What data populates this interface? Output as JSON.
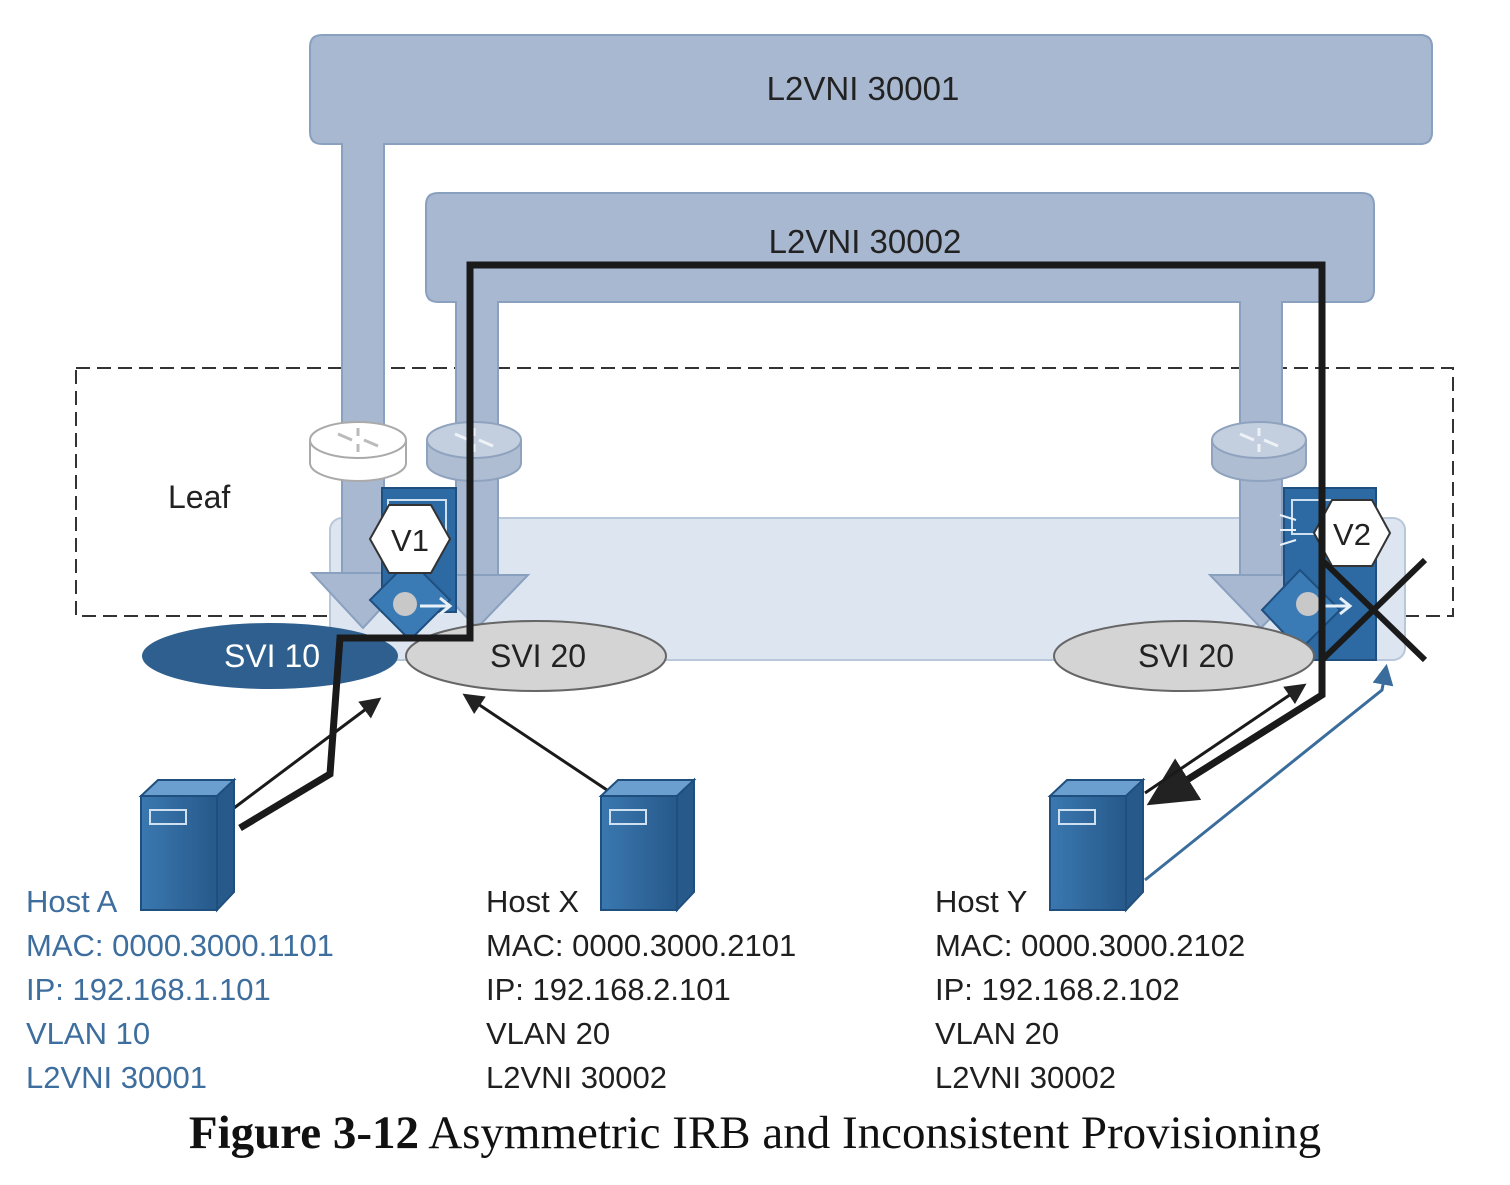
{
  "vni_bars": {
    "top": "L2VNI 30001",
    "second": "L2VNI 30002"
  },
  "leaf_label": "Leaf",
  "vteps": {
    "v1": "V1",
    "v2": "V2"
  },
  "svis": {
    "svi10": "SVI 10",
    "svi20_left": "SVI 20",
    "svi20_right": "SVI 20"
  },
  "hosts": {
    "a": {
      "name": "Host A",
      "mac": "MAC: 0000.3000.1101",
      "ip": "IP: 192.168.1.101",
      "vlan": "VLAN 10",
      "vni": "L2VNI 30001"
    },
    "x": {
      "name": "Host X",
      "mac": "MAC: 0000.3000.2101",
      "ip": "IP: 192.168.2.101",
      "vlan": "VLAN 20",
      "vni": "L2VNI 30002"
    },
    "y": {
      "name": "Host Y",
      "mac": "MAC: 0000.3000.2102",
      "ip": "IP: 192.168.2.102",
      "vlan": "VLAN 20",
      "vni": "L2VNI 30002"
    }
  },
  "caption": {
    "number": "Figure 3-12",
    "title": " Asymmetric IRB and Inconsistent Provisioning"
  },
  "colors": {
    "vni_fill": "#a7b8d0",
    "vni_stroke": "#8aa0bf",
    "leaf_band": "#dde5f0",
    "switch_blue": "#2d6aa3",
    "svi10_fill": "#2f5f8e",
    "svi20_fill": "#d4d4d4",
    "host_text_blue": "#3d6e9e"
  }
}
